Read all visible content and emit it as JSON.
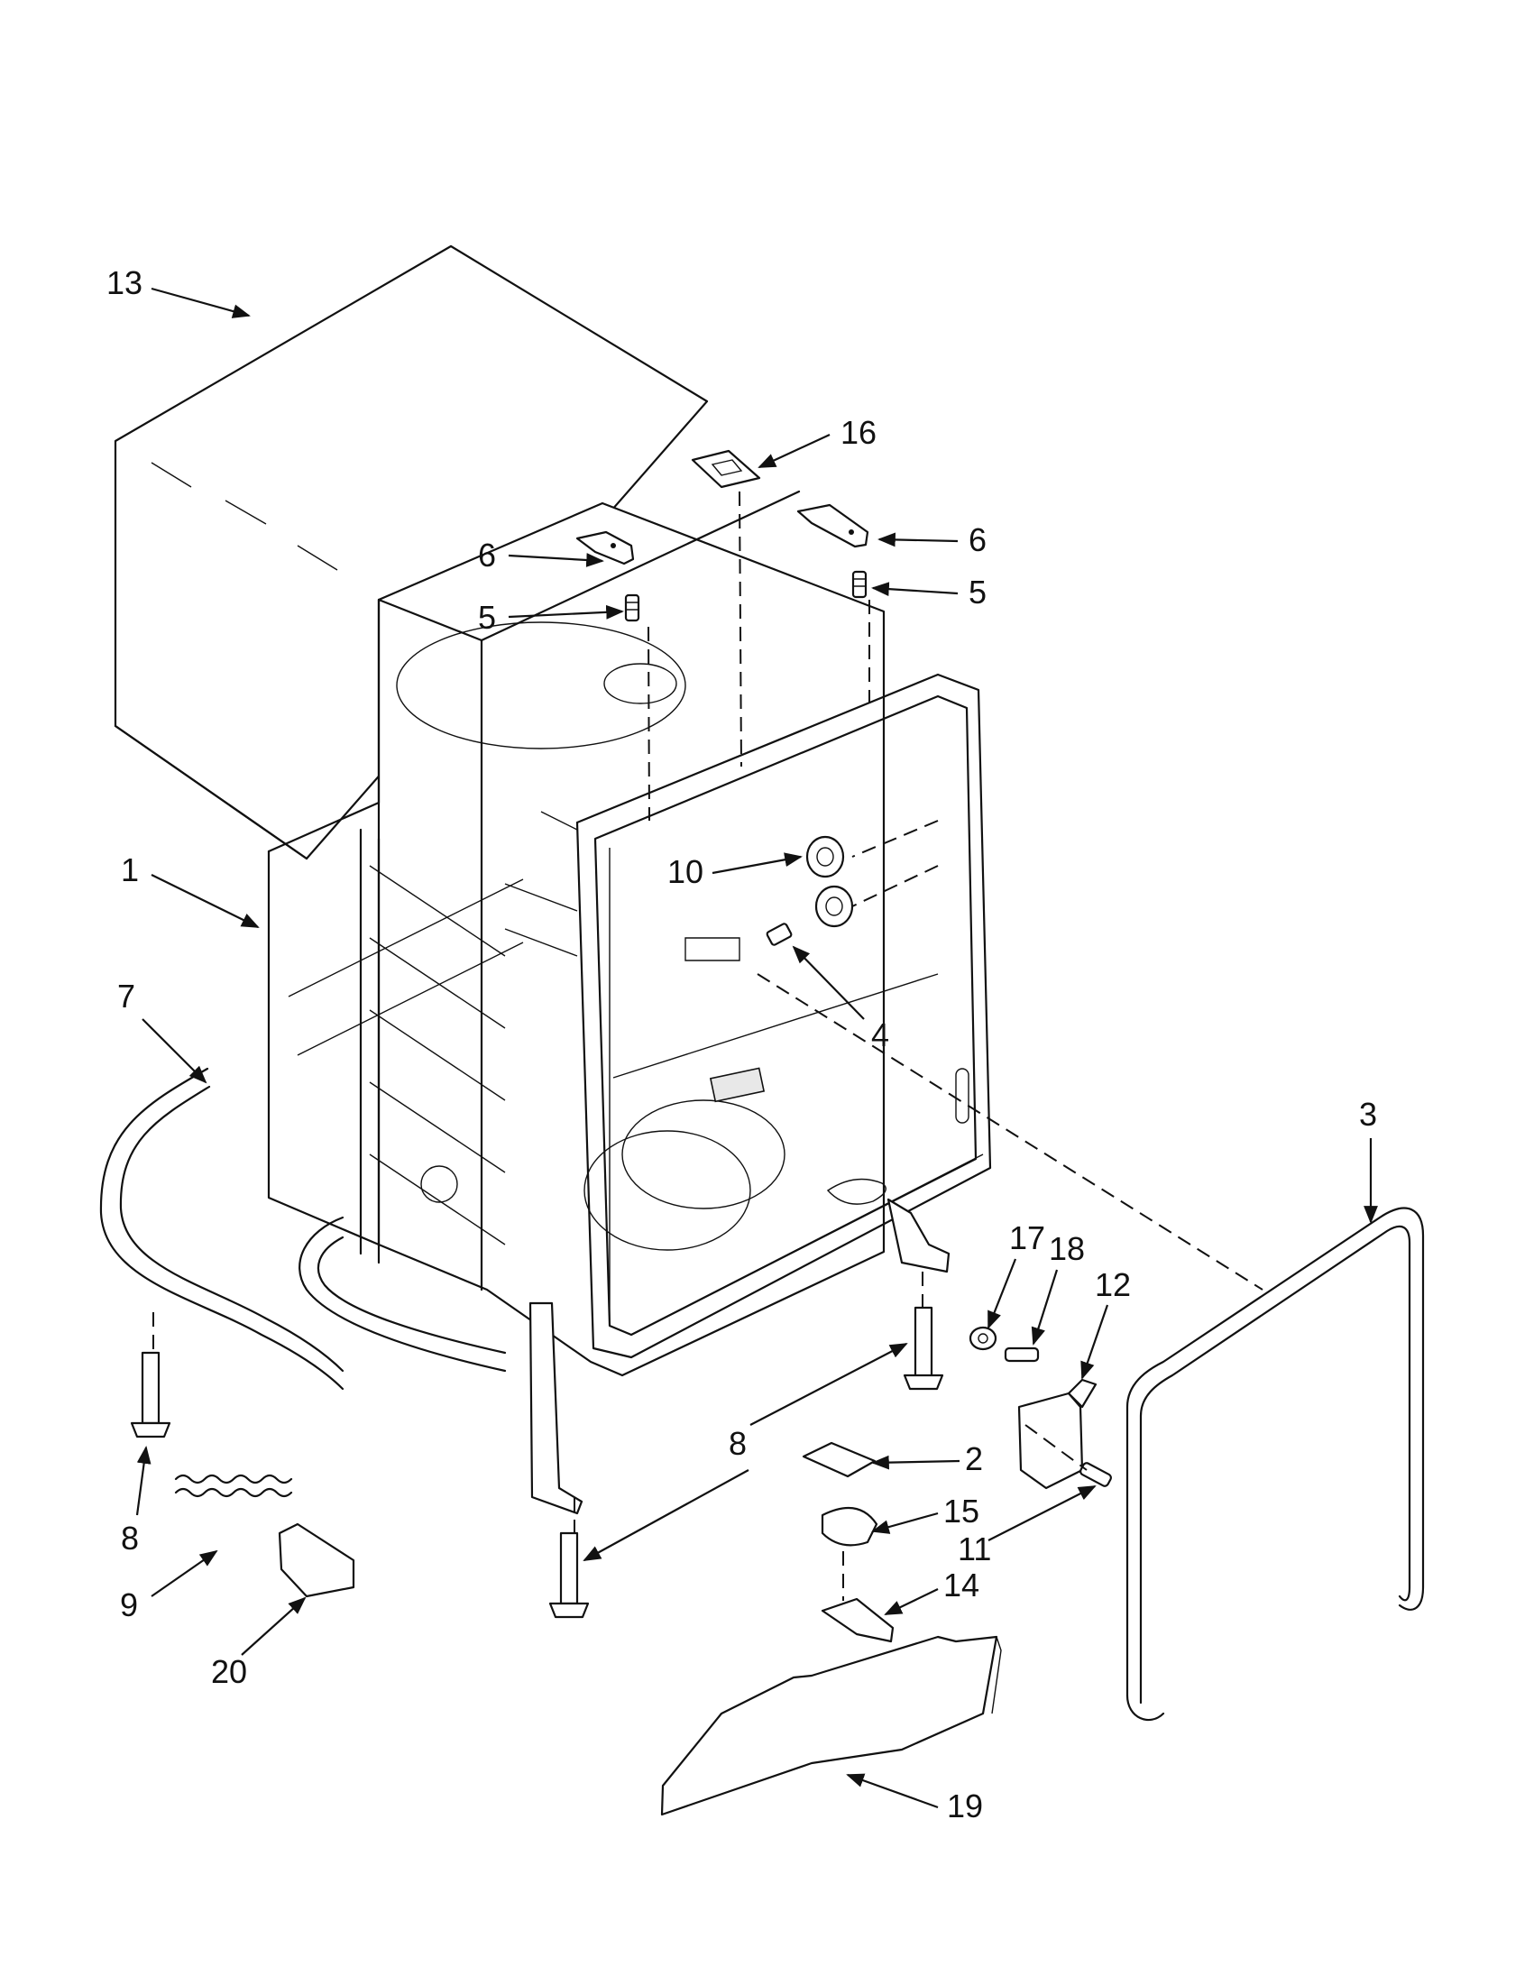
{
  "callouts": [
    {
      "id": "c13",
      "label": "13"
    },
    {
      "id": "c16",
      "label": "16"
    },
    {
      "id": "c6a",
      "label": "6"
    },
    {
      "id": "c6b",
      "label": "6"
    },
    {
      "id": "c5a",
      "label": "5"
    },
    {
      "id": "c5b",
      "label": "5"
    },
    {
      "id": "c1",
      "label": "1"
    },
    {
      "id": "c10",
      "label": "10"
    },
    {
      "id": "c4",
      "label": "4"
    },
    {
      "id": "c7",
      "label": "7"
    },
    {
      "id": "c3",
      "label": "3"
    },
    {
      "id": "c17",
      "label": "17"
    },
    {
      "id": "c18",
      "label": "18"
    },
    {
      "id": "c12",
      "label": "12"
    },
    {
      "id": "c8a",
      "label": "8"
    },
    {
      "id": "c8b",
      "label": "8"
    },
    {
      "id": "c2",
      "label": "2"
    },
    {
      "id": "c15",
      "label": "15"
    },
    {
      "id": "c11",
      "label": "11"
    },
    {
      "id": "c14",
      "label": "14"
    },
    {
      "id": "c9",
      "label": "9"
    },
    {
      "id": "c20",
      "label": "20"
    },
    {
      "id": "c19",
      "label": "19"
    }
  ]
}
